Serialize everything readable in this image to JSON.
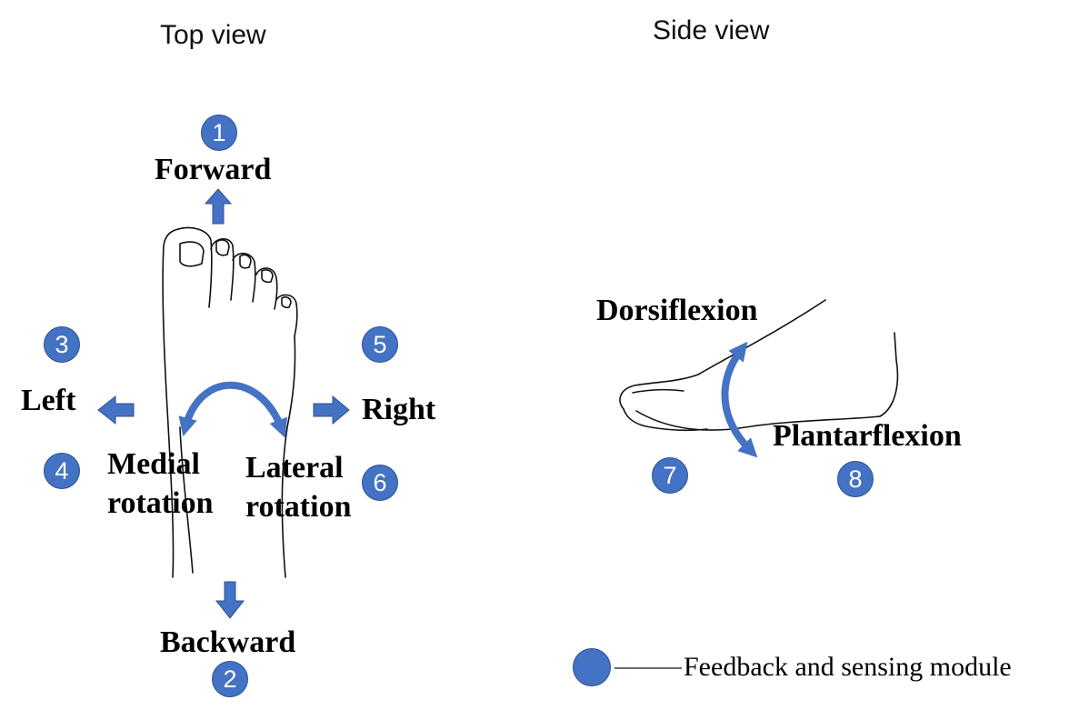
{
  "views": {
    "top": "Top view",
    "side": "Side view"
  },
  "labels": {
    "forward": "Forward",
    "backward": "Backward",
    "left": "Left",
    "right": "Right",
    "medial_1": "Medial",
    "medial_2": "rotation",
    "lateral_1": "Lateral",
    "lateral_2": "rotation",
    "dorsiflexion": "Dorsiflexion",
    "plantarflexion": "Plantarflexion"
  },
  "modules": [
    "1",
    "2",
    "3",
    "4",
    "5",
    "6",
    "7",
    "8"
  ],
  "legend": {
    "text": "Feedback and sensing module"
  },
  "colors": {
    "accent": "#4472C4",
    "outline": "#2F528F",
    "line": "#111111"
  }
}
